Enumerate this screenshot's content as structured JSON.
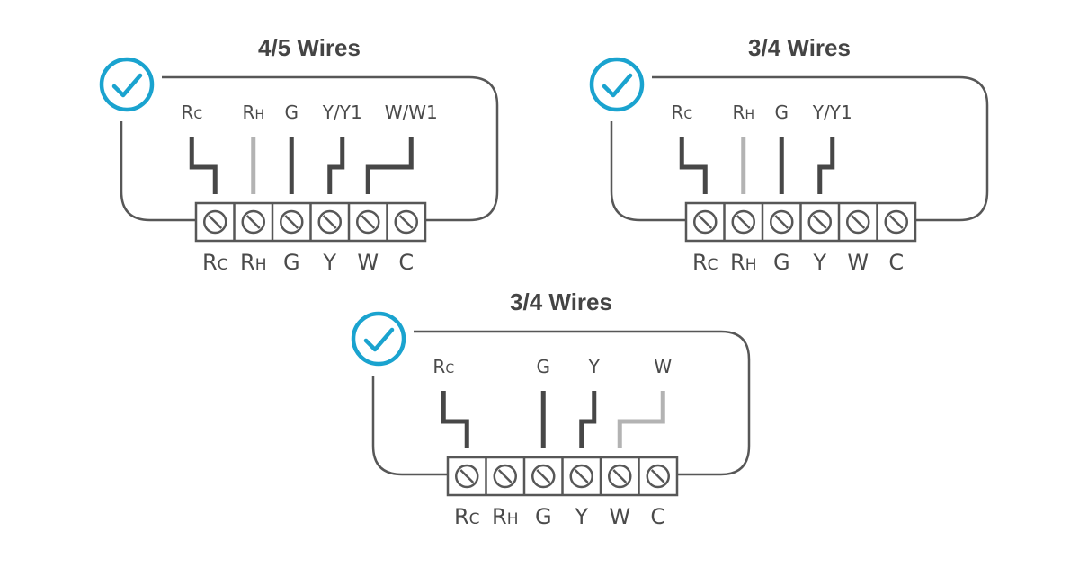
{
  "colors": {
    "accent": "#1aa3cf",
    "wire_dark": "#474747",
    "wire_light": "#b3b3b3",
    "outline": "#575757",
    "text": "#4a4a4a"
  },
  "check_icon": "checkmark-circle-icon",
  "terminal_labels": [
    {
      "main": "R",
      "sub": "C"
    },
    {
      "main": "R",
      "sub": "H"
    },
    {
      "main": "G",
      "sub": ""
    },
    {
      "main": "Y",
      "sub": ""
    },
    {
      "main": "W",
      "sub": ""
    },
    {
      "main": "C",
      "sub": ""
    }
  ],
  "diagrams": [
    {
      "title": "4/5 Wires",
      "wires": [
        {
          "main": "R",
          "sub": "C",
          "terminal": 0,
          "color": "dark",
          "shape": "bend-right"
        },
        {
          "main": "R",
          "sub": "H",
          "terminal": 1,
          "color": "light",
          "shape": "straight"
        },
        {
          "main": "G",
          "sub": "",
          "terminal": 2,
          "color": "dark",
          "shape": "straight"
        },
        {
          "main": "Y/Y1",
          "sub": "",
          "terminal": 3,
          "color": "dark",
          "shape": "bend-left"
        },
        {
          "main": "W/W1",
          "sub": "",
          "terminal": 4,
          "color": "dark",
          "shape": "bend-left-long"
        }
      ]
    },
    {
      "title": "3/4 Wires",
      "wires": [
        {
          "main": "R",
          "sub": "C",
          "terminal": 0,
          "color": "dark",
          "shape": "bend-right"
        },
        {
          "main": "R",
          "sub": "H",
          "terminal": 1,
          "color": "light",
          "shape": "straight"
        },
        {
          "main": "G",
          "sub": "",
          "terminal": 2,
          "color": "dark",
          "shape": "straight"
        },
        {
          "main": "Y/Y1",
          "sub": "",
          "terminal": 3,
          "color": "dark",
          "shape": "bend-left"
        }
      ]
    },
    {
      "title": "3/4 Wires",
      "wires": [
        {
          "main": "R",
          "sub": "C",
          "terminal": 0,
          "color": "dark",
          "shape": "bend-right"
        },
        {
          "main": "G",
          "sub": "",
          "terminal": 2,
          "color": "dark",
          "shape": "straight"
        },
        {
          "main": "Y",
          "sub": "",
          "terminal": 3,
          "color": "dark",
          "shape": "bend-left"
        },
        {
          "main": "W",
          "sub": "",
          "terminal": 4,
          "color": "light",
          "shape": "bend-left-long"
        }
      ]
    }
  ]
}
